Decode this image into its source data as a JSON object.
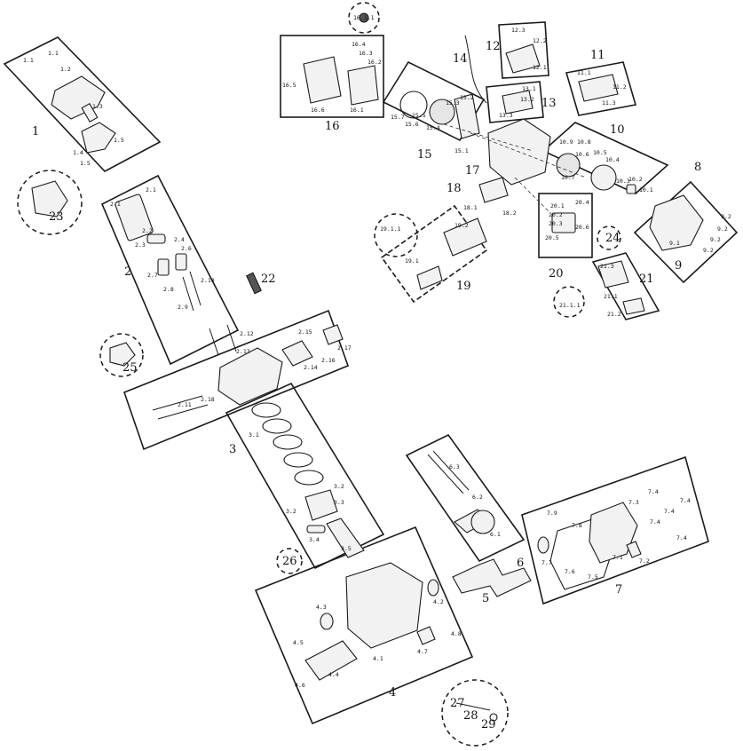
{
  "assemblies": [
    {
      "label": "1"
    },
    {
      "label": "2"
    },
    {
      "label": "3"
    },
    {
      "label": "4"
    },
    {
      "label": "5"
    },
    {
      "label": "6"
    },
    {
      "label": "7"
    },
    {
      "label": "8"
    },
    {
      "label": "9"
    },
    {
      "label": "10"
    },
    {
      "label": "11"
    },
    {
      "label": "12"
    },
    {
      "label": "13"
    },
    {
      "label": "14"
    },
    {
      "label": "15"
    },
    {
      "label": "16"
    },
    {
      "label": "17"
    },
    {
      "label": "18"
    },
    {
      "label": "19"
    },
    {
      "label": "20"
    },
    {
      "label": "21"
    },
    {
      "label": "22"
    },
    {
      "label": "23"
    },
    {
      "label": "24"
    },
    {
      "label": "25"
    },
    {
      "label": "26"
    },
    {
      "label": "27"
    },
    {
      "label": "28"
    },
    {
      "label": "29"
    }
  ],
  "callouts": {
    "group1": [
      "1.1",
      "1.1",
      "1.2",
      "1.3",
      "1.4",
      "1.5",
      "1.5"
    ],
    "group2": [
      "2.1",
      "2.1",
      "2.2",
      "2.3",
      "2.4",
      "2.6",
      "2.7",
      "2.8",
      "2.9",
      "2.10",
      "2.11",
      "2.12",
      "2.13",
      "2.14",
      "2.15",
      "2.16",
      "2.17",
      "2.18"
    ],
    "group3": [
      "3.1",
      "3.2",
      "3.2",
      "3.3",
      "3.4",
      "3.5"
    ],
    "group4": [
      "4.1",
      "4.2",
      "4.3",
      "4.4",
      "4.5",
      "4.6",
      "4.7",
      "4.8"
    ],
    "group6": [
      "6.1",
      "6.2",
      "6.3"
    ],
    "group7": [
      "7.1",
      "7.2",
      "7.3",
      "7.4",
      "7.4",
      "7.4",
      "7.4",
      "7.4",
      "7.5",
      "7.6",
      "7.7",
      "7.8",
      "7.9"
    ],
    "group9": [
      "9.1",
      "9.2",
      "9.2",
      "9.2",
      "9.2"
    ],
    "group10": [
      "10.1",
      "10.2",
      "10.3",
      "10.4",
      "10.5",
      "10.6",
      "10.7",
      "10.8",
      "10.9"
    ],
    "group11": [
      "11.1",
      "11.2",
      "11.3"
    ],
    "group12": [
      "12.1",
      "12.2",
      "12.3"
    ],
    "group13": [
      "13.1",
      "13.2",
      "13.3"
    ],
    "group15": [
      "15.1",
      "15.2",
      "15.3",
      "15.4",
      "15.5",
      "15.6",
      "15.7"
    ],
    "group16": [
      "16.1",
      "16.1.1",
      "16.2",
      "16.3",
      "16.4",
      "16.5",
      "16.6"
    ],
    "group18": [
      "18.1",
      "18.2"
    ],
    "group19": [
      "19.1",
      "19.1.1",
      "19.2"
    ],
    "group20": [
      "20.1",
      "20.2",
      "20.3",
      "20.4",
      "20.5",
      "20.6"
    ],
    "group21": [
      "21.1",
      "21.1.1",
      "21.2",
      "21.3"
    ]
  }
}
